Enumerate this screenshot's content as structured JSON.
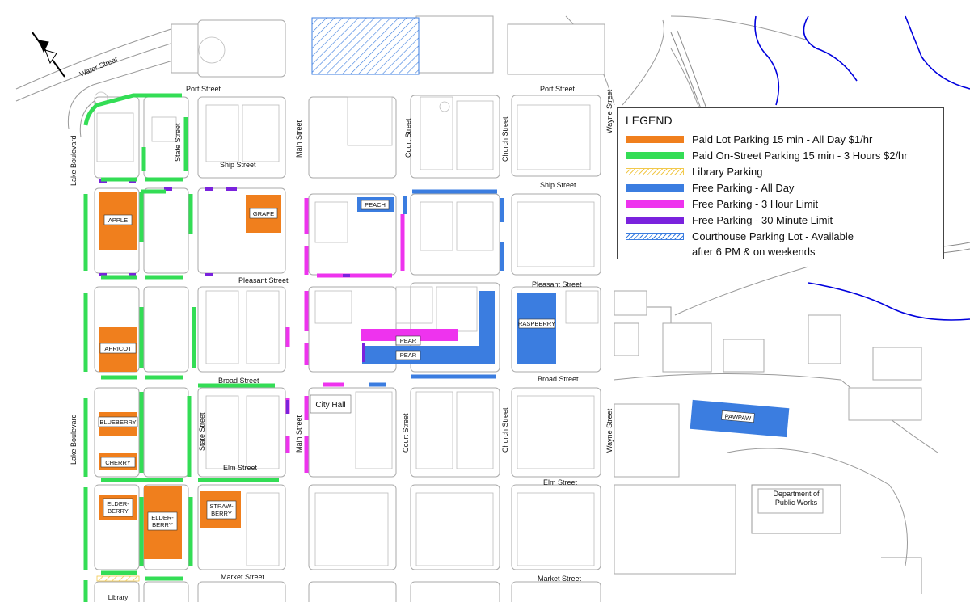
{
  "colors": {
    "paid_lot": "#f07f1d",
    "paid_street": "#33dd55",
    "library": "#f2c94c",
    "free_all_day": "#3b7de0",
    "free_3hr": "#ee33ee",
    "free_30min": "#7a22dd",
    "courthouse": "#3b7de0",
    "water": "#0000dd"
  },
  "streets": {
    "water": "Water Street",
    "port_left": "Port Street",
    "port_right": "Port Street",
    "ship_left": "Ship Street",
    "ship_right": "Ship Street",
    "pleasant_left": "Pleasant Street",
    "pleasant_right": "Pleasant Street",
    "broad_left": "Broad Street",
    "broad_right": "Broad Street",
    "elm_left": "Elm Street",
    "elm_right": "Elm Street",
    "market_left": "Market Street",
    "market_right": "Market Street",
    "lake_top": "Lake Boulevard",
    "lake_bottom": "Lake Boulevard",
    "state_top": "State Street",
    "state_bottom": "State Street",
    "main_top": "Main Street",
    "main_bottom": "Main Street",
    "court_top": "Court Street",
    "court_bottom": "Court Street",
    "church_top": "Church Street",
    "church_bottom": "Church Street",
    "wayne_top": "Wayne Street",
    "wayne_bottom": "Wayne Street"
  },
  "lots": {
    "apple": "APPLE",
    "grape": "GRAPE",
    "apricot": "APRICOT",
    "blueberry": "BLUEBERRY",
    "cherry": "CHERRY",
    "elderberry_1": "ELDER-",
    "elderberry_2": "BERRY",
    "strawberry_1": "STRAW-",
    "strawberry_2": "BERRY",
    "peach": "PEACH",
    "pear_top": "PEAR",
    "pear_bottom": "PEAR",
    "raspberry": "RASPBERRY",
    "pawpaw": "PAWPAW"
  },
  "places": {
    "city_hall": "City Hall",
    "dpw_1": "Department of",
    "dpw_2": "Public Works",
    "library": "Library"
  },
  "legend": {
    "title": "LEGEND",
    "items": [
      {
        "label": "Paid Lot Parking 15 min - All Day $1/hr"
      },
      {
        "label": "Paid On-Street Parking 15 min - 3 Hours $2/hr"
      },
      {
        "label": "Library Parking"
      },
      {
        "label": "Free Parking - All Day"
      },
      {
        "label": "Free Parking - 3 Hour Limit"
      },
      {
        "label": "Free Parking - 30 Minute Limit"
      },
      {
        "label": "Courthouse Parking Lot - Available",
        "label2": "after 6 PM & on weekends"
      }
    ]
  }
}
